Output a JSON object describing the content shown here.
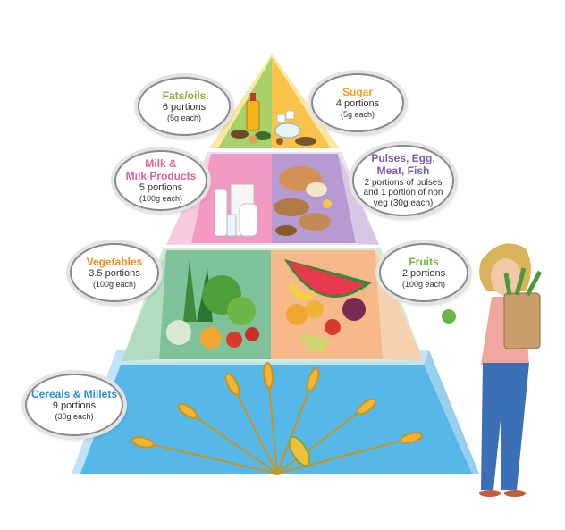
{
  "tiers": {
    "fats": {
      "title": "Fats/oils",
      "portions": "6 portions",
      "unit": "(5g each)",
      "color": "#7fb539"
    },
    "sugar": {
      "title": "Sugar",
      "portions": "4 portions",
      "unit": "(5g each)",
      "color": "#f29d1a"
    },
    "milk": {
      "title_line1": "Milk &",
      "title_line2": "Milk Products",
      "portions": "5 portions",
      "unit": "(100g each)",
      "color": "#e05f9c"
    },
    "pulses": {
      "title_line1": "Pulses, Egg,",
      "title_line2": "Meat, Fish",
      "portions_line1": "2 portions of pulses",
      "portions_line2": "and 1 portion  of non",
      "portions_line3": "veg (30g each)",
      "color": "#7c5ca8"
    },
    "vegetables": {
      "title": "Vegetables",
      "portions": "3.5 portions",
      "unit": "(100g each)",
      "color": "#f08a1d"
    },
    "fruits": {
      "title": "Fruits",
      "portions": "2 portions",
      "unit": "(100g each)",
      "color": "#77b63b"
    },
    "cereals": {
      "title": "Cereals & Millets",
      "portions": "9 portions",
      "unit": "(30g each)",
      "color": "#2a8fd1"
    }
  },
  "icons": [
    "oil-bottle-icon",
    "sugar-bowl-icon",
    "milk-carton-icon",
    "meat-bread-icon",
    "vegetables-icon",
    "fruits-icon",
    "wheat-icon",
    "woman-with-groceries-icon"
  ]
}
